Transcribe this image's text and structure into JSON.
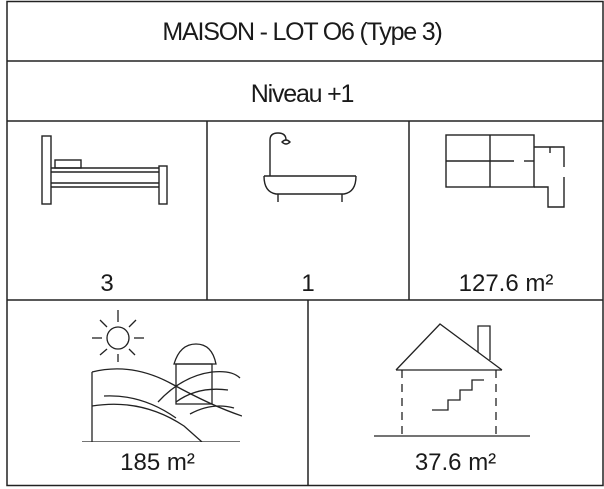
{
  "header": {
    "title": "MAISON - LOT O6 (Type 3)",
    "level": "Niveau +1"
  },
  "stats": [
    {
      "icon": "bed-icon",
      "value": "3"
    },
    {
      "icon": "bathtub-icon",
      "value": "1"
    },
    {
      "icon": "floor-plan-icon",
      "value": "127.6 m²"
    },
    {
      "icon": "land-icon",
      "value": "185 m²"
    },
    {
      "icon": "house-stairs-icon",
      "value": "37.6 m²"
    }
  ]
}
